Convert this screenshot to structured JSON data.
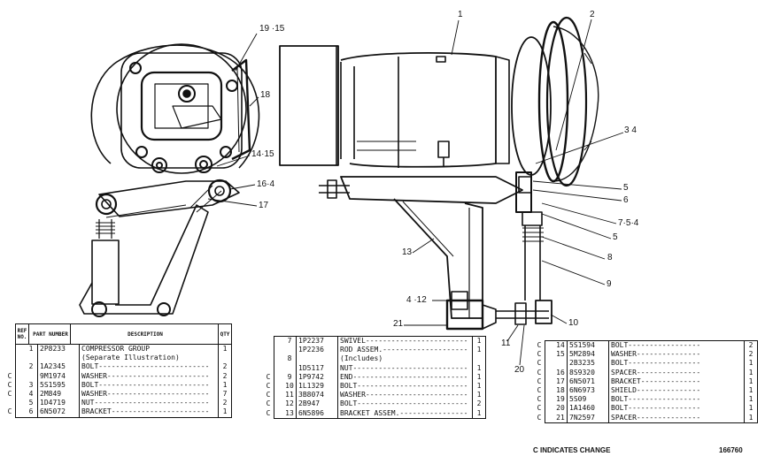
{
  "callouts": {
    "c1": "1",
    "c2": "2",
    "c34": "3 4",
    "c19_15": "19 ·15",
    "c18": "18",
    "c14_15": "14·15",
    "c16_4": "16·4",
    "c17": "17",
    "c5a": "5",
    "c6": "6",
    "c7_5_4": "7·5·4",
    "c5b": "5",
    "c8": "8",
    "c9": "9",
    "c13": "13",
    "c4_12": "4 ·12",
    "c21": "21",
    "c10": "10",
    "c11": "11",
    "c20": "20"
  },
  "table_headers": {
    "ref": "REF NO.",
    "part": "PART NUMBER",
    "desc": "DESCRIPTION",
    "qty": "QTY"
  },
  "table_left": [
    {
      "flag": "",
      "ref": "1",
      "part": "2P8233",
      "desc": "COMPRESSOR GROUP",
      "qty": "1"
    },
    {
      "flag": "",
      "ref": "",
      "part": "",
      "desc": "    (Separate Illustration)",
      "qty": ""
    },
    {
      "flag": "",
      "ref": "2",
      "part": "1A2345",
      "desc": "BOLT--------------------------",
      "qty": "2"
    },
    {
      "flag": "C",
      "ref": "",
      "part": "9M1974",
      "desc": "WASHER------------------------",
      "qty": "2"
    },
    {
      "flag": "C",
      "ref": "3",
      "part": "5S1595",
      "desc": "BOLT--------------------------",
      "qty": "1"
    },
    {
      "flag": "C",
      "ref": "4",
      "part": "2M849",
      "desc": "WASHER------------------------",
      "qty": "7"
    },
    {
      "flag": "",
      "ref": "5",
      "part": "1D4719",
      "desc": "NUT---------------------------",
      "qty": "2"
    },
    {
      "flag": "C",
      "ref": "6",
      "part": "6N5072",
      "desc": "BRACKET-----------------------",
      "qty": "1"
    }
  ],
  "table_mid": [
    {
      "flag": "",
      "ref": "7",
      "part": "1P2237",
      "desc": "SWIVEL------------------------",
      "qty": "1"
    },
    {
      "flag": "",
      "ref": "",
      "part": "1P2236",
      "desc": "ROD ASSEM.--------------------",
      "qty": "1"
    },
    {
      "flag": "",
      "ref": "8",
      "part": "",
      "desc": "    (Includes)",
      "qty": ""
    },
    {
      "flag": "",
      "ref": "",
      "part": "1D5117",
      "desc": "NUT---------------------------",
      "qty": "1"
    },
    {
      "flag": "C",
      "ref": "9",
      "part": "1P9742",
      "desc": "END---------------------------",
      "qty": "1"
    },
    {
      "flag": "C",
      "ref": "10",
      "part": "1L1329",
      "desc": "BOLT--------------------------",
      "qty": "1"
    },
    {
      "flag": "C",
      "ref": "11",
      "part": "3B8074",
      "desc": "WASHER------------------------",
      "qty": "1"
    },
    {
      "flag": "C",
      "ref": "12",
      "part": "2B947",
      "desc": "BOLT--------------------------",
      "qty": "2"
    },
    {
      "flag": "C",
      "ref": "13",
      "part": "6N5896",
      "desc": "BRACKET ASSEM.----------------",
      "qty": "1"
    }
  ],
  "table_right": [
    {
      "flag": "C",
      "ref": "14",
      "part": "5S1594",
      "desc": "BOLT-----------------",
      "qty": "2"
    },
    {
      "flag": "C",
      "ref": "15",
      "part": "5M2894",
      "desc": "WASHER---------------",
      "qty": "2"
    },
    {
      "flag": "C",
      "ref": "",
      "part": "2B3235",
      "desc": "BOLT-----------------",
      "qty": "1"
    },
    {
      "flag": "C",
      "ref": "16",
      "part": "8S9320",
      "desc": "SPACER---------------",
      "qty": "1"
    },
    {
      "flag": "C",
      "ref": "17",
      "part": "6N5071",
      "desc": "BRACKET--------------",
      "qty": "1"
    },
    {
      "flag": "C",
      "ref": "18",
      "part": "6N6973",
      "desc": "SHIELD---------------",
      "qty": "1"
    },
    {
      "flag": "C",
      "ref": "19",
      "part": "5S09",
      "desc": "BOLT-----------------",
      "qty": "1"
    },
    {
      "flag": "C",
      "ref": "20",
      "part": "1A1460",
      "desc": "BOLT-----------------",
      "qty": "1"
    },
    {
      "flag": "C",
      "ref": "21",
      "part": "7N2597",
      "desc": "SPACER---------------",
      "qty": "1"
    }
  ],
  "footer": {
    "note": "C INDICATES CHANGE",
    "figure_no": "166760"
  }
}
